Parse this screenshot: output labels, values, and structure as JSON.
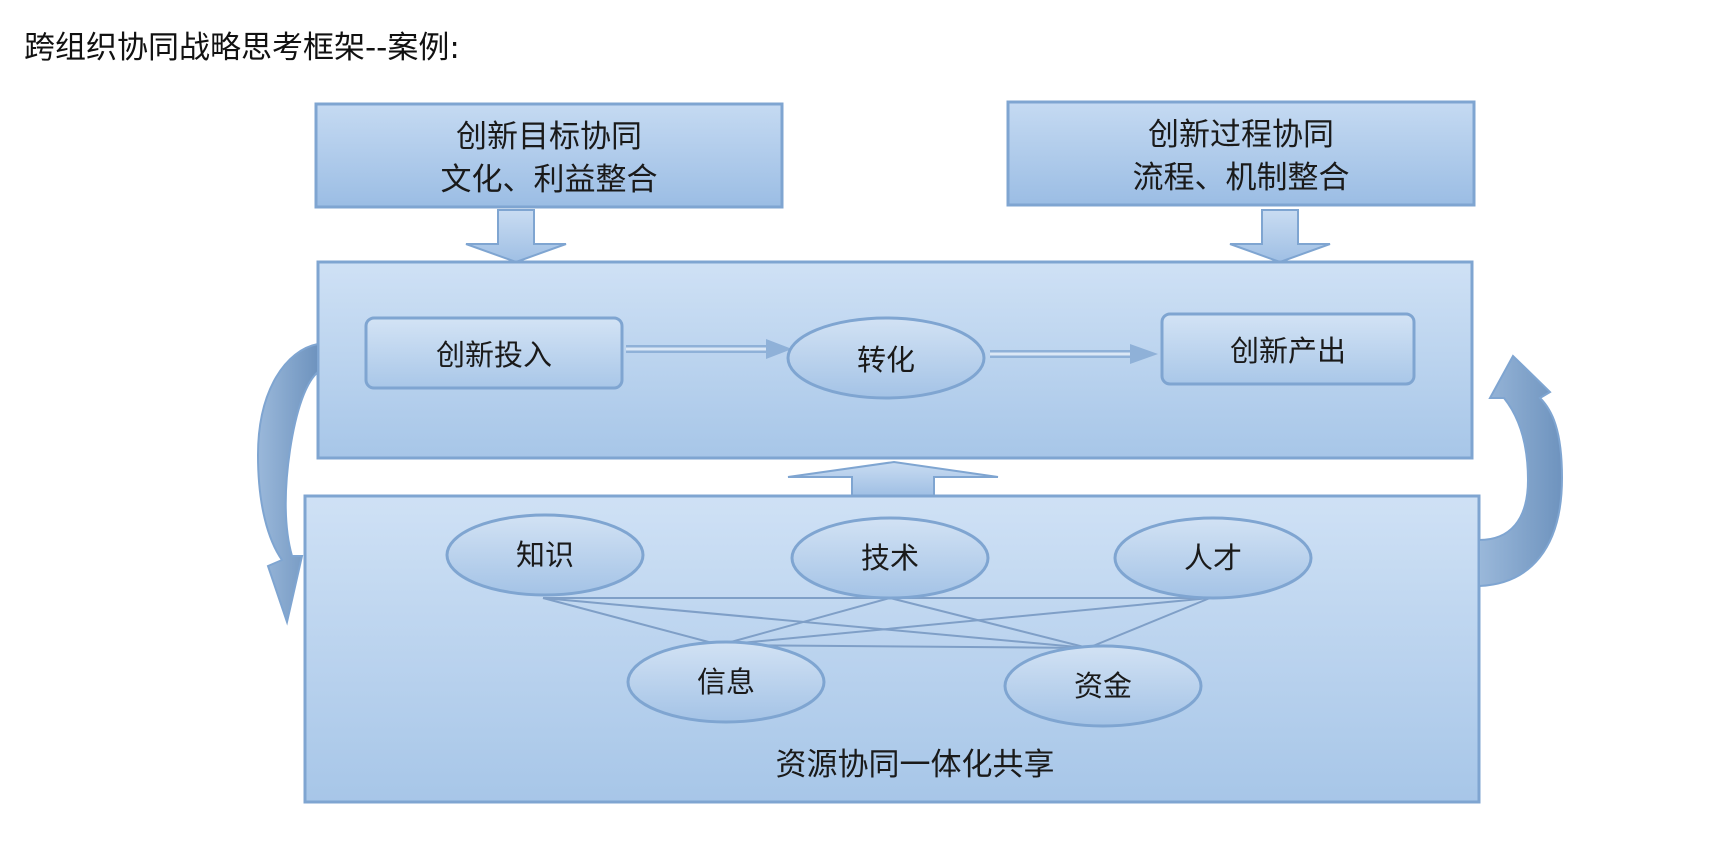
{
  "page": {
    "title": "跨组织协同战略思考框架--案例:"
  },
  "diagram": {
    "goal_box": {
      "line1": "创新目标协同",
      "line2": "文化、利益整合"
    },
    "process_box": {
      "line1": "创新过程协同",
      "line2": "流程、机制整合"
    },
    "flow": {
      "input": "创新投入",
      "transform": "转化",
      "output": "创新产出"
    },
    "resources": {
      "knowledge": "知识",
      "technology": "技术",
      "talent": "人才",
      "information": "信息",
      "capital": "资金",
      "caption": "资源协同一体化共享"
    }
  }
}
